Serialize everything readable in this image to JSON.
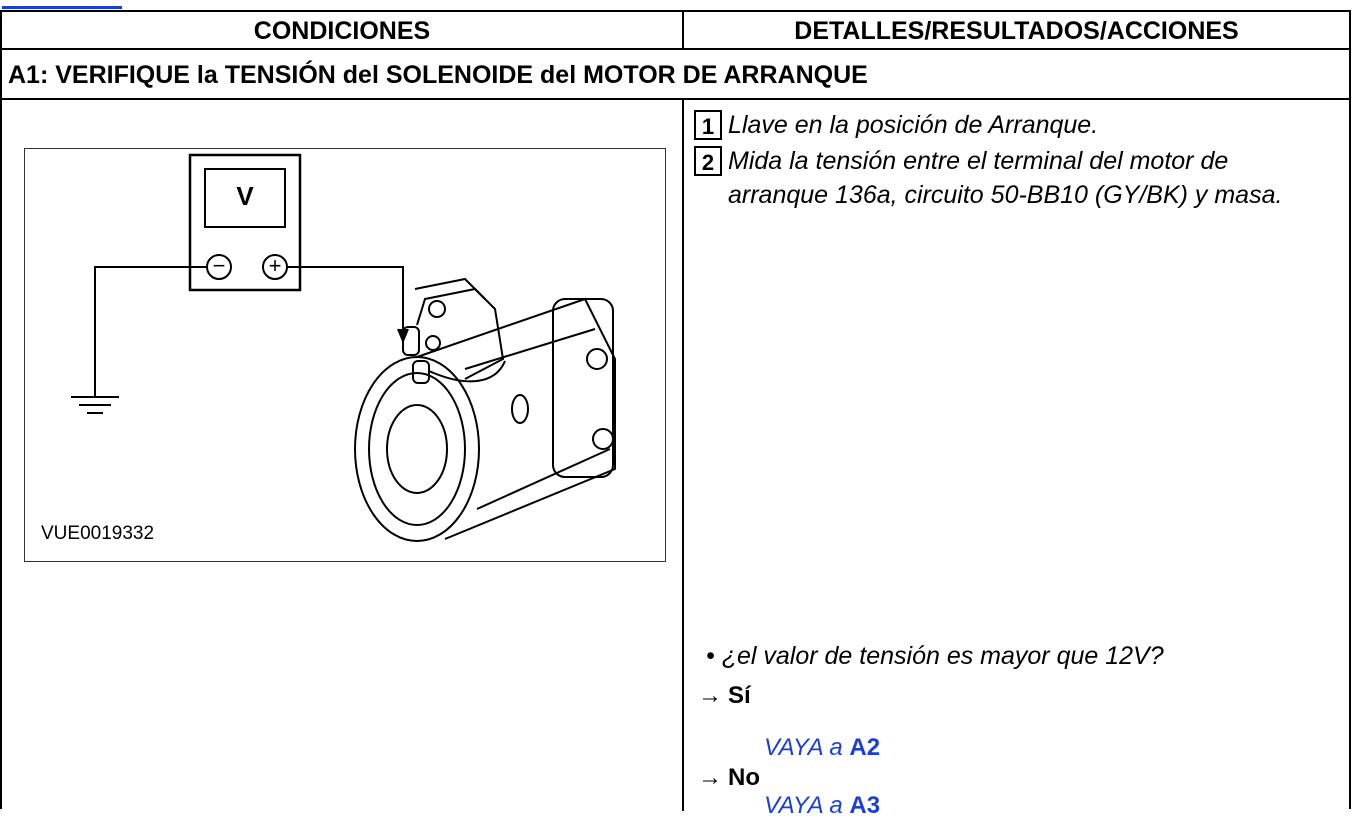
{
  "table": {
    "header": {
      "left": "CONDICIONES",
      "right": "DETALLES/RESULTADOS/ACCIONES"
    },
    "step_title": "A1: VERIFIQUE la TENSIÓN del SOLENOIDE del MOTOR DE ARRANQUE"
  },
  "figure": {
    "meter_label": "V",
    "minus_symbol": "−",
    "plus_symbol": "+",
    "code": "VUE0019332"
  },
  "steps": [
    {
      "num": "1",
      "text": "Llave en la posición de Arranque."
    },
    {
      "num": "2",
      "text": "Mida la tensión entre el terminal del motor de arranque 136a, circuito 50-BB10 (GY/BK) y masa."
    }
  ],
  "question": "• ¿el valor de tensión es mayor que 12V?",
  "answers": [
    {
      "arrow": "→",
      "label": "Sí",
      "goto_text": "VAYA a",
      "goto_target": "A2"
    },
    {
      "arrow": "→",
      "label": "No",
      "goto_text": "VAYA a",
      "goto_target": "A3"
    }
  ],
  "colors": {
    "link": "#1a3fd6"
  }
}
